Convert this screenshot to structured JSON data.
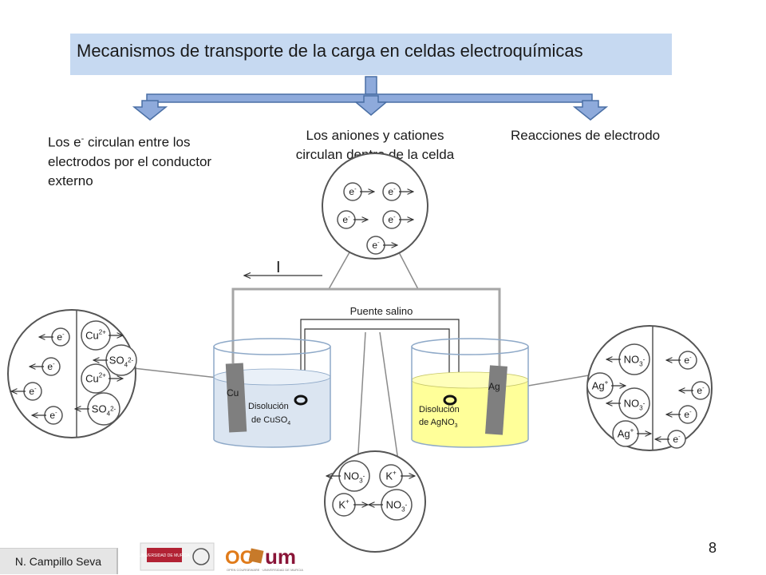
{
  "title": "Mecanismos de transporte de la carga en celdas electroquímicas",
  "captions": {
    "left_line1_pre": "Los e",
    "left_line1_sup": "-",
    "left_line1_post": " circulan entre los",
    "left_line2": "electrodos por el conductor",
    "left_line3": "externo",
    "center_line1": "Los aniones y cationes",
    "center_line2": "circulan dentro de la celda",
    "right": "Reacciones de electrodo"
  },
  "current_label": "I",
  "salt_bridge_label": "Puente salino",
  "left_beaker": {
    "electrode": "Cu",
    "solution_line1": "Disolución",
    "solution_line2": "de CuSO",
    "solution_sub": "4"
  },
  "right_beaker": {
    "electrode": "Ag",
    "solution_line1": "Disolución",
    "solution_line2": "de AgNO",
    "solution_sub": "3"
  },
  "electron": {
    "base": "e",
    "sup": "-"
  },
  "left_circle_ions": {
    "cu_base": "Cu",
    "cu_sup": "2+",
    "so4_base": "SO",
    "so4_sub": "4",
    "so4_sup": "2-"
  },
  "right_circle_ions": {
    "no3_base": "NO",
    "no3_sub": "3",
    "no3_sup": "-",
    "ag_base": "Ag",
    "ag_sup": "+"
  },
  "bottom_circle_ions": {
    "no3_base": "NO",
    "no3_sub": "3",
    "no3_sup": "-",
    "k_base": "K",
    "k_sup": "+"
  },
  "footer": {
    "author": "N. Campillo Seva",
    "page": "8",
    "logo1": "UNIVERSIDAD DE MURCIA",
    "logo2_a": "OC",
    "logo2_b": "um",
    "logo2_small": "OPEN COURSEWARE · UNIVERSIDAD DE MURCIA"
  },
  "colors": {
    "title_bg": "#c6d9f1",
    "arrow_fill": "#8eaadb",
    "arrow_stroke": "#4a6fa5",
    "cuso4": "#dbe5f1",
    "agno3": "#ffff99",
    "electrode": "#7f7f7f",
    "wire": "#a6a6a6"
  }
}
